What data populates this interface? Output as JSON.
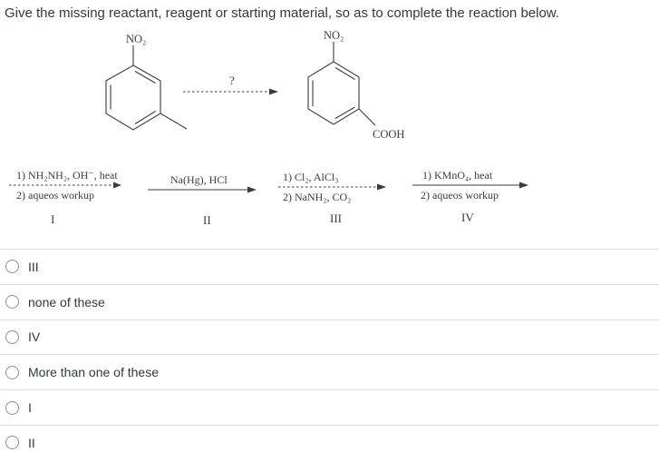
{
  "title": "Give the missing reactant, reagent or starting material, so as to complete the reaction below.",
  "figure": {
    "reactant": {
      "no2": "NO₂"
    },
    "product": {
      "no2": "NO₂",
      "cooh": "COOH"
    },
    "question_mark": "?",
    "reagents": [
      {
        "label": "I",
        "arrow": "dashed",
        "line1": "1) NH₂NH₂, OH⁻, heat",
        "line2": "2) aqueos workup"
      },
      {
        "label": "II",
        "arrow": "solid",
        "line1": "Na(Hg), HCl",
        "line2": ""
      },
      {
        "label": "III",
        "arrow": "dashed",
        "line1": "1) Cl₂, AlCl₃",
        "line2": "2) NaNH₂, CO₂"
      },
      {
        "label": "IV",
        "arrow": "solid",
        "line1": "1) KMnO₄, heat",
        "line2": "2) aqueos workup"
      }
    ]
  },
  "options": [
    {
      "label": "III"
    },
    {
      "label": "none of these"
    },
    {
      "label": "IV"
    },
    {
      "label": "More than one of these"
    },
    {
      "label": "I"
    },
    {
      "label": "II"
    }
  ],
  "colors": {
    "text": "#2d3b45",
    "chem_ink": "#3a3a48",
    "divider": "#dcdcdc",
    "radio_border": "#878f96"
  }
}
